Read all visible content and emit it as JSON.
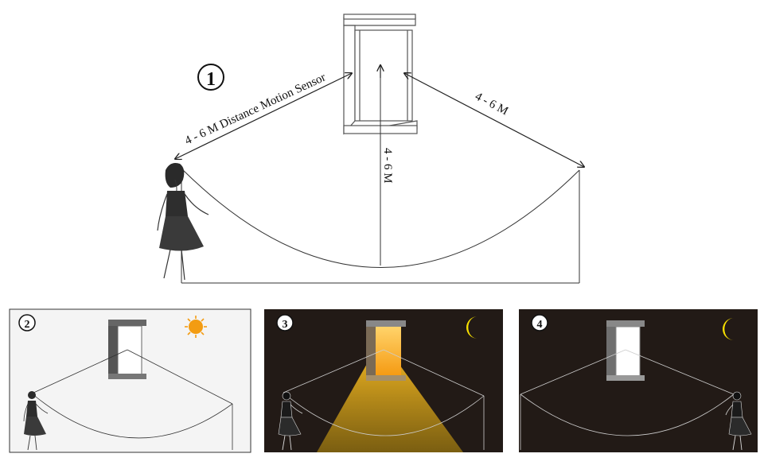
{
  "main": {
    "step_number": "1",
    "label_diagonal_left": "4 - 6 M Distance Motion Sensor",
    "label_diagonal_right": "4 - 6 M",
    "label_vertical": "4 - 6 M"
  },
  "panels": [
    {
      "step_number": "2",
      "scene": "day",
      "icon": "sun-icon",
      "background": "#f4f4f4",
      "lamp_lit": false
    },
    {
      "step_number": "3",
      "scene": "night",
      "icon": "moon-icon",
      "background": "#221a16",
      "lamp_lit": true
    },
    {
      "step_number": "4",
      "scene": "night",
      "icon": "moon-icon",
      "background": "#221a16",
      "lamp_lit": false
    }
  ],
  "colors": {
    "sun": "#f39c12",
    "moon": "#f7e000",
    "lamp_glow": "#f5a623",
    "beam": "#d4a017",
    "line": "#333333"
  }
}
